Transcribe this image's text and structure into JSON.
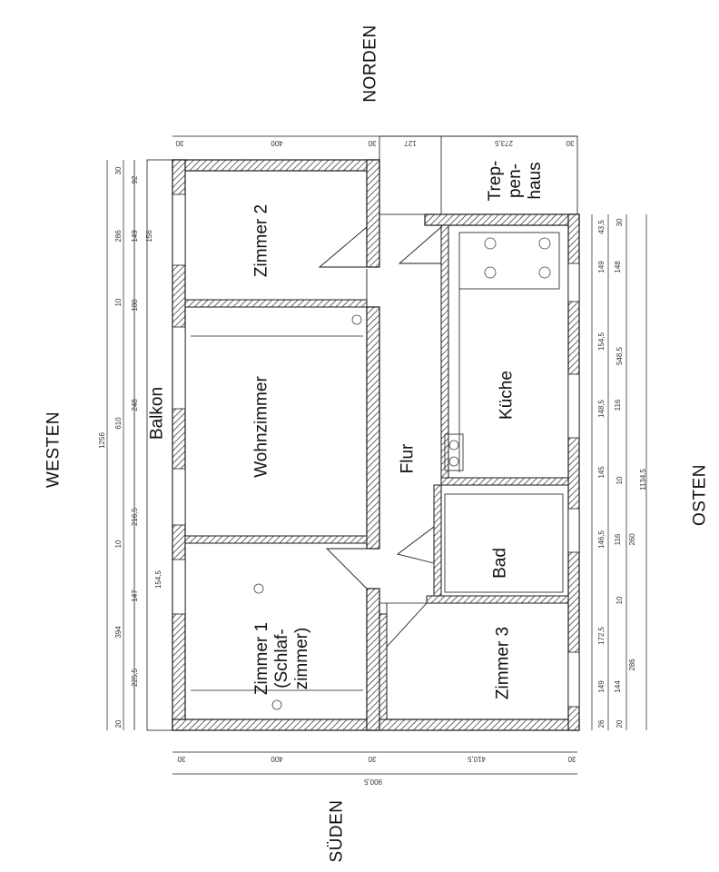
{
  "directions": {
    "north": "NORDEN",
    "south": "SÜDEN",
    "west": "WESTEN",
    "east": "OSTEN"
  },
  "rooms": {
    "zimmer2": "Zimmer 2",
    "wohnzimmer": "Wohnzimmer",
    "balkon": "Balkon",
    "zimmer1": "Zimmer 1\n(Schlaf-\nzimmer)",
    "flur": "Flur",
    "kueche": "Küche",
    "bad": "Bad",
    "zimmer3": "Zimmer 3",
    "treppenhaus": "Trep-\npen-\nhaus"
  },
  "dimensions": {
    "top": [
      "30",
      "400",
      "30",
      "127",
      "273,5",
      "30"
    ],
    "bottom": [
      "30",
      "400",
      "30",
      "410,5",
      "30"
    ],
    "bottom_total": "900,5",
    "left_outer": [
      "30",
      "92",
      "286",
      "149",
      "156",
      "10",
      "180",
      "248",
      "610",
      "216,5",
      "10",
      "147",
      "154,5",
      "394",
      "225,5",
      "20"
    ],
    "left_total": "1256",
    "right_outer": [
      "30",
      "43,5",
      "149",
      "148",
      "154,5",
      "548,5",
      "148,5",
      "116",
      "145",
      "10",
      "146,5",
      "116",
      "260",
      "10",
      "172,5",
      "149",
      "144",
      "286",
      "20",
      "26"
    ],
    "right_total": "1134,5"
  },
  "colors": {
    "line": "#1a1a1a",
    "hatch": "#555555",
    "background": "#ffffff"
  }
}
